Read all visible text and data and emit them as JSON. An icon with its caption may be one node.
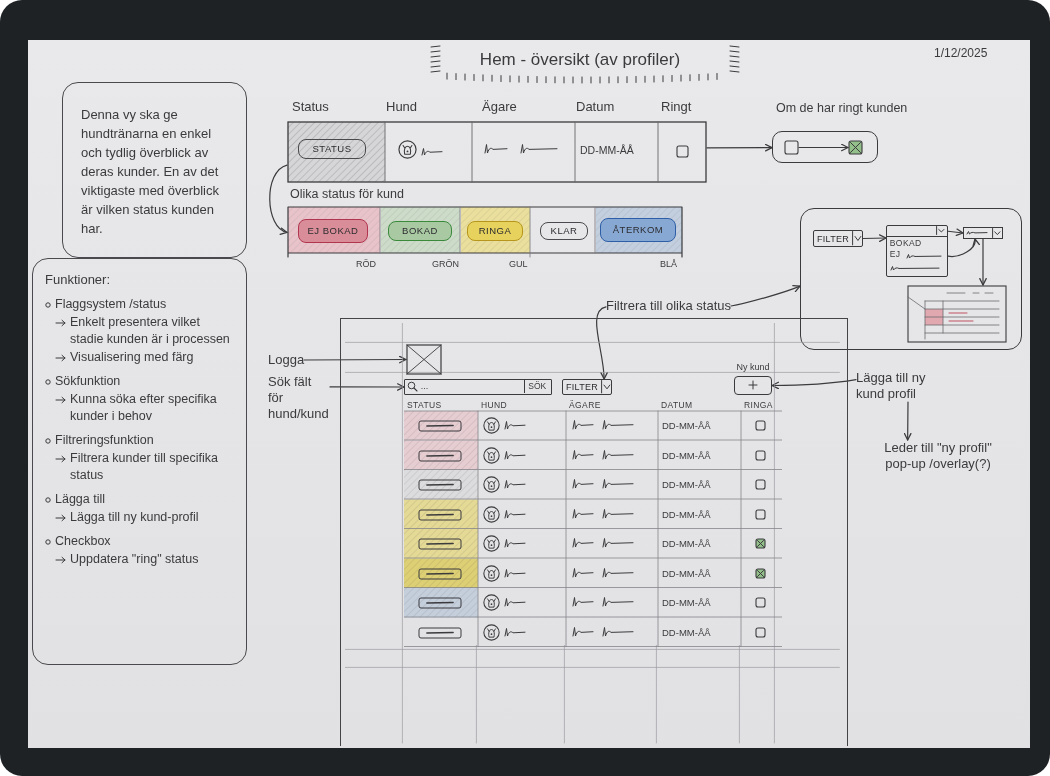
{
  "diagram": {
    "title": "Hem - översikt (av profiler)",
    "nodes": [
      {
        "text": [
          "Denna vy ska ge hundtränarna en enkel och tydlig överblick av deras kunder. En av det viktigaste med överblick är vilken status kunden har."
        ]
      },
      {
        "text": [
          "Funktioner:",
          "Flaggsystem /status",
          "Enkelt presentera vilket stadie kunden är i processen",
          "Visualisering med färg",
          "Sökfunktion",
          "Kunna söka efter specifika kunder i behov",
          "Filtreringsfunktion",
          "Filtrera kunder till specifika status",
          "Lägga till",
          "Lägga till ny kund-profil",
          "Checkbox",
          "Uppdatera \"ring\" status"
        ]
      },
      {
        "text": [
          "Status",
          "Hund",
          "Ägare",
          "Datum",
          "Ringt",
          "DD-MM-ÅÅ"
        ]
      },
      {
        "text": [
          "STATUS"
        ],
        "in": 2
      },
      {
        "text": [
          "Om de har ringt kunden"
        ]
      },
      {
        "text": [],
        "shape": "box",
        "in": 4
      },
      {
        "text": [],
        "shape": "box",
        "in": 4
      },
      {
        "text": [
          "Olika status för kund"
        ]
      },
      {
        "text": [
          "EJ BOKAD"
        ],
        "in": 7,
        "beside": [
          "RÖD"
        ]
      },
      {
        "text": [
          "BOKAD"
        ],
        "in": 7,
        "beside": [
          "GRÖN"
        ]
      },
      {
        "text": [
          "RINGA"
        ],
        "in": 7,
        "beside": [
          "GUL"
        ]
      },
      {
        "text": [
          "KLAR"
        ],
        "in": 7
      },
      {
        "text": [
          "ÅTERKOM"
        ],
        "in": 7,
        "beside": [
          "BLÅ"
        ]
      },
      {
        "text": [],
        "shape": "box"
      },
      {
        "text": [
          "FILTER"
        ],
        "in": 13
      },
      {
        "text": [
          "BOKAD",
          "EJ"
        ],
        "in": 13
      },
      {
        "text": [],
        "shape": "box",
        "in": 13
      },
      {
        "text": [],
        "shape": "picture",
        "in": 13
      },
      {
        "text": [
          "Filtrera till olika status"
        ]
      },
      {
        "text": [],
        "shape": "box"
      },
      {
        "text": [],
        "shape": "box",
        "in": 19
      },
      {
        "text": [
          "...",
          "SÖK"
        ],
        "in": 19
      },
      {
        "text": [
          "FILTER"
        ],
        "in": 19
      },
      {
        "text": [
          "Ny kund"
        ],
        "in": 19
      },
      {
        "text": [
          "STATUS",
          "HUND",
          "ÄGARE",
          "DATUM",
          "RINGA",
          "DD-MM-ÅÅ",
          "DD-MM-ÅÅ",
          "DD-MM-ÅÅ",
          "DD-MM-ÅÅ",
          "DD-MM-ÅÅ",
          "DD-MM-ÅÅ",
          "DD-MM-ÅÅ",
          "DD-MM-ÅÅ"
        ],
        "in": 19
      },
      {
        "text": [
          "Logga"
        ]
      },
      {
        "text": [
          "Sök fält för hund/kund"
        ]
      },
      {
        "text": [
          "Lägga till ny kund profil"
        ]
      },
      {
        "text": [
          "Leder till \"ny profil\" pop-up /overlay(?)"
        ]
      }
    ],
    "edges": [
      {
        "from": 2,
        "to": 4,
        "arrow": "to"
      },
      {
        "from": 5,
        "to": 6,
        "arrow": "to"
      },
      {
        "from": 2,
        "to": 7,
        "arrow": "to"
      },
      {
        "from": 14,
        "to": 15,
        "arrow": "to"
      },
      {
        "from": 15,
        "to": 16,
        "arrow": "to"
      },
      {
        "from": 15,
        "to": 16,
        "arrow": "to"
      },
      {
        "from": 16,
        "to": 17,
        "arrow": "to"
      },
      {
        "from": 18,
        "to": 13,
        "arrow": "to"
      },
      {
        "from": 18,
        "to": 22,
        "arrow": "to"
      },
      {
        "from": 25,
        "to": 20,
        "arrow": "to"
      },
      {
        "from": 26,
        "to": 21,
        "arrow": "to"
      },
      {
        "from": 27,
        "to": 23,
        "arrow": "to"
      },
      {
        "from": 27,
        "to": 28,
        "arrow": "to"
      }
    ],
    "labels": [
      "1/12/2025"
    ]
  }
}
